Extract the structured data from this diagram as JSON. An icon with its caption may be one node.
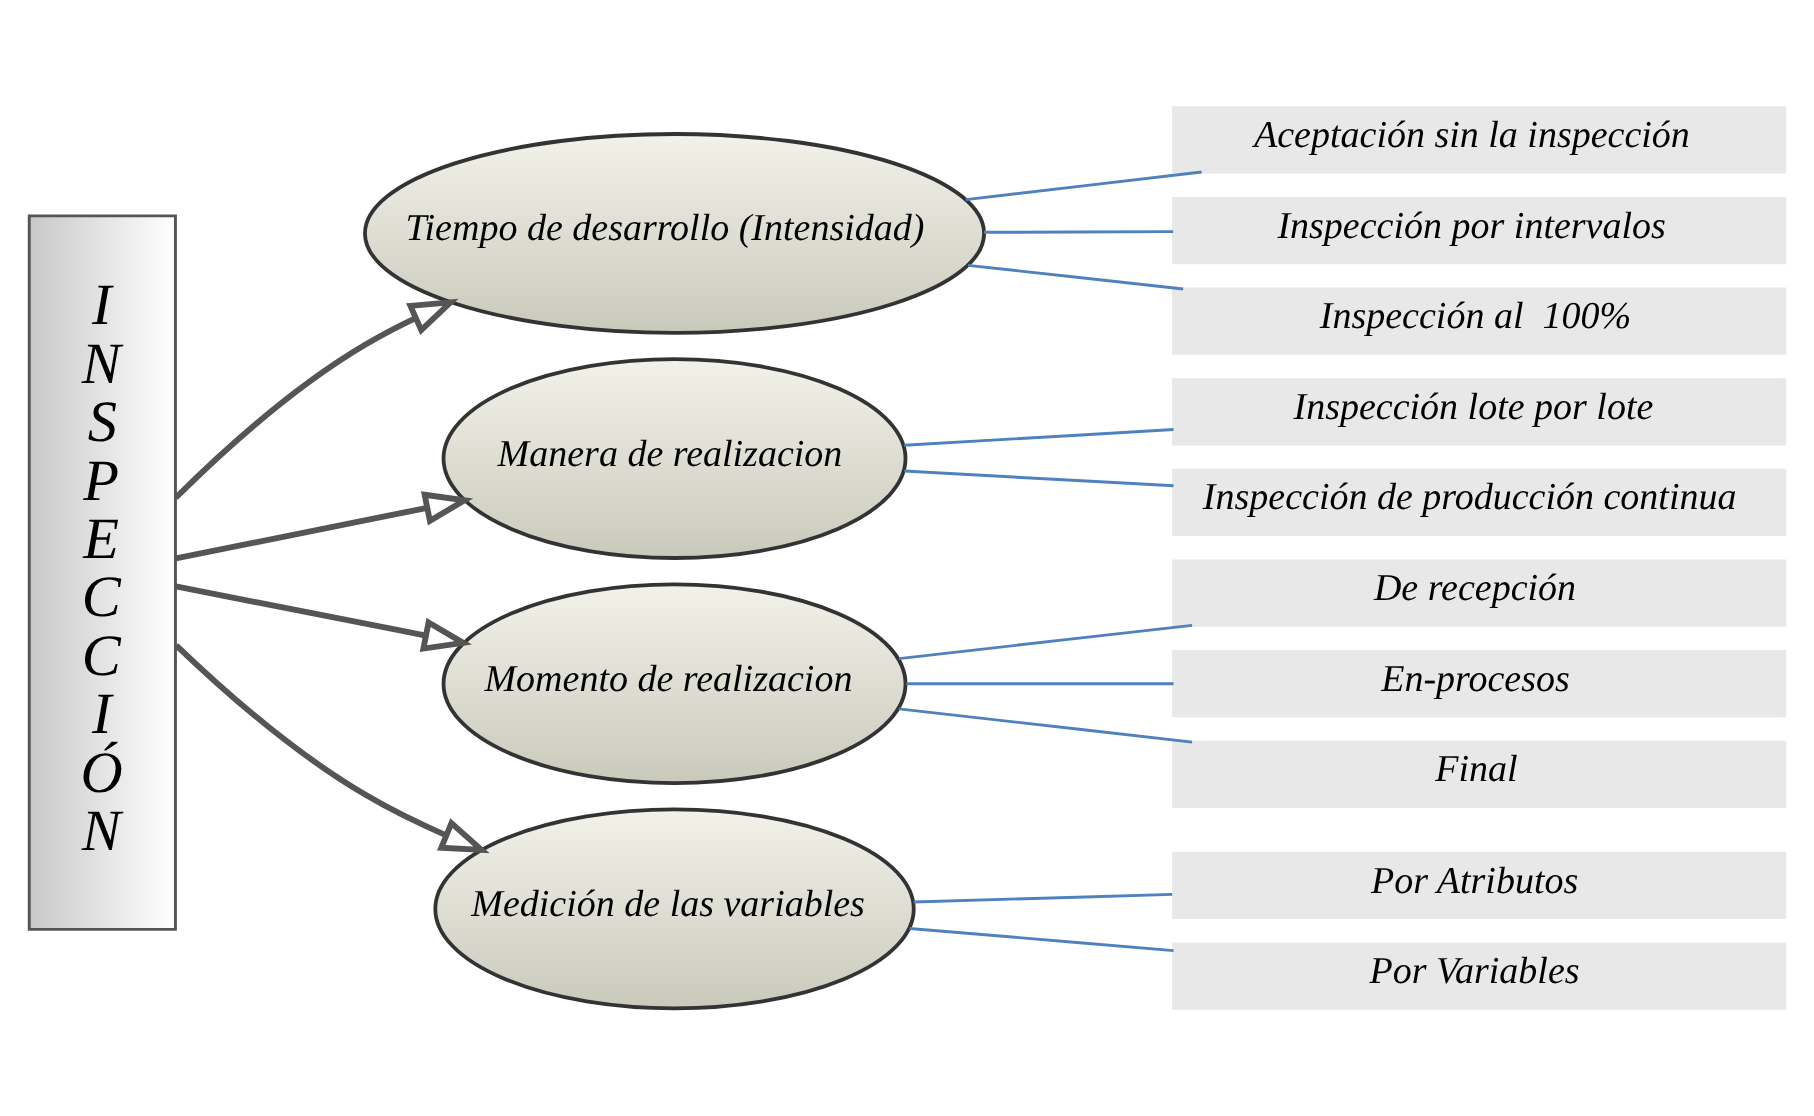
{
  "diagram": {
    "nodes": [
      {
        "text": [
          "INSPECCIÓN"
        ]
      },
      {
        "text": [
          "Tiempo de desarrollo (Intensidad)"
        ]
      },
      {
        "text": [
          "Aceptación sin la inspección"
        ]
      },
      {
        "text": [
          "Inspección por intervalos"
        ]
      },
      {
        "text": [
          "Inspección al  100%"
        ]
      },
      {
        "text": [
          "Manera de realizacion"
        ]
      },
      {
        "text": [
          "Inspección lote por lote"
        ]
      },
      {
        "text": [
          "Inspección de producción continua"
        ]
      },
      {
        "text": [
          "Momento de realizacion"
        ]
      },
      {
        "text": [
          "De recepción"
        ]
      },
      {
        "text": [
          "En-procesos"
        ]
      },
      {
        "text": [
          "Final"
        ]
      },
      {
        "text": [
          "Medición de las variables"
        ]
      },
      {
        "text": [
          "Por Atributos"
        ]
      },
      {
        "text": [
          "Por Variables"
        ]
      }
    ],
    "edges": [
      {
        "from": 0,
        "to": 1,
        "arrow": "to",
        "color": "#555555"
      },
      {
        "from": 0,
        "to": 5,
        "arrow": "to",
        "color": "#555555"
      },
      {
        "from": 0,
        "to": 8,
        "arrow": "to",
        "color": "#555555"
      },
      {
        "from": 0,
        "to": 12,
        "arrow": "to",
        "color": "#555555"
      },
      {
        "from": 1,
        "to": 2,
        "arrow": "none",
        "color": "#4f81bd"
      },
      {
        "from": 1,
        "to": 3,
        "arrow": "none",
        "color": "#4f81bd"
      },
      {
        "from": 1,
        "to": 4,
        "arrow": "none",
        "color": "#4f81bd"
      },
      {
        "from": 5,
        "to": 6,
        "arrow": "none",
        "color": "#4f81bd"
      },
      {
        "from": 5,
        "to": 7,
        "arrow": "none",
        "color": "#4f81bd"
      },
      {
        "from": 8,
        "to": 9,
        "arrow": "none",
        "color": "#4f81bd"
      },
      {
        "from": 8,
        "to": 10,
        "arrow": "none",
        "color": "#4f81bd"
      },
      {
        "from": 8,
        "to": 11,
        "arrow": "none",
        "color": "#4f81bd"
      },
      {
        "from": 12,
        "to": 13,
        "arrow": "none",
        "color": "#4f81bd"
      },
      {
        "from": 12,
        "to": 14,
        "arrow": "none",
        "color": "#4f81bd"
      }
    ]
  }
}
